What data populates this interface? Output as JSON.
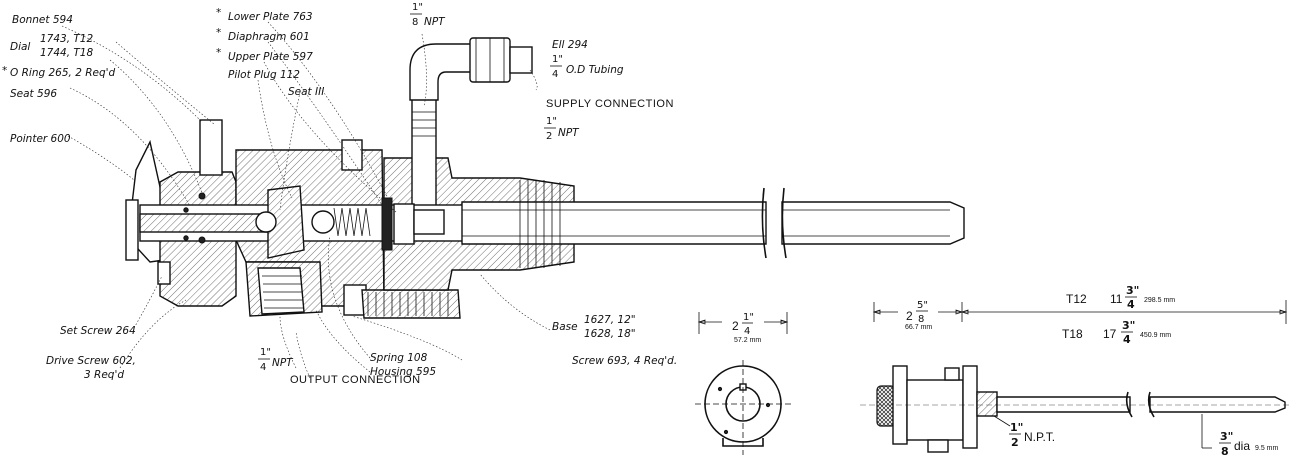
{
  "labels": {
    "bonnet": "Bonnet 594",
    "dial_prefix": "Dial",
    "dial_1": "1743, T12",
    "dial_2": "1744, T18",
    "oring": "O Ring 265, 2 Req'd",
    "oring_star": "*",
    "seat596": "Seat 596",
    "pointer": "Pointer 600",
    "lower_plate": "Lower Plate 763",
    "diaphragm": "Diaphragm 601",
    "upper_plate": "Upper Plate 597",
    "pilot_plug": "Pilot Plug 112",
    "seat111": "Seat III",
    "star": "*",
    "npt_eighth_num": "1\"",
    "npt_eighth_den": "8",
    "npt_eighth_txt": "NPT",
    "ell": "Ell 294",
    "tubing_num": "1\"",
    "tubing_den": "4",
    "tubing_txt": "O.D Tubing",
    "supply": "SUPPLY  CONNECTION",
    "npt_half_num": "1\"",
    "npt_half_den": "2",
    "npt_half_txt": "NPT",
    "set_screw": "Set Screw 264",
    "drive_screw_1": "Drive Screw 602,",
    "drive_screw_2": "3 Req'd",
    "npt_quarter_num": "1\"",
    "npt_quarter_den": "4",
    "npt_quarter_txt": "NPT",
    "output": "OUTPUT  CONNECTION",
    "spring": "Spring 108",
    "housing": "Housing 595",
    "base_prefix": "Base",
    "base_1": "1627, 12\"",
    "base_2": "1628, 18\"",
    "screw693": "Screw 693, 4 Req'd."
  },
  "dims": {
    "front_whole": "2",
    "front_num": "1\"",
    "front_den": "4",
    "front_mm": "57.2 mm",
    "side_whole": "2",
    "side_num": "5\"",
    "side_den": "8",
    "side_mm": "66.7 mm",
    "t12_code": "T12",
    "t12_whole": "11",
    "t12_num": "3\"",
    "t12_den": "4",
    "t12_mm": "298.5 mm",
    "t18_code": "T18",
    "t18_whole": "17",
    "t18_num": "3\"",
    "t18_den": "4",
    "t18_mm": "450.9 mm",
    "npt_num": "1\"",
    "npt_den": "2",
    "npt_txt": "N.P.T.",
    "dia_num": "3\"",
    "dia_den": "8",
    "dia_txt": "dia",
    "dia_mm": "9.5 mm"
  }
}
